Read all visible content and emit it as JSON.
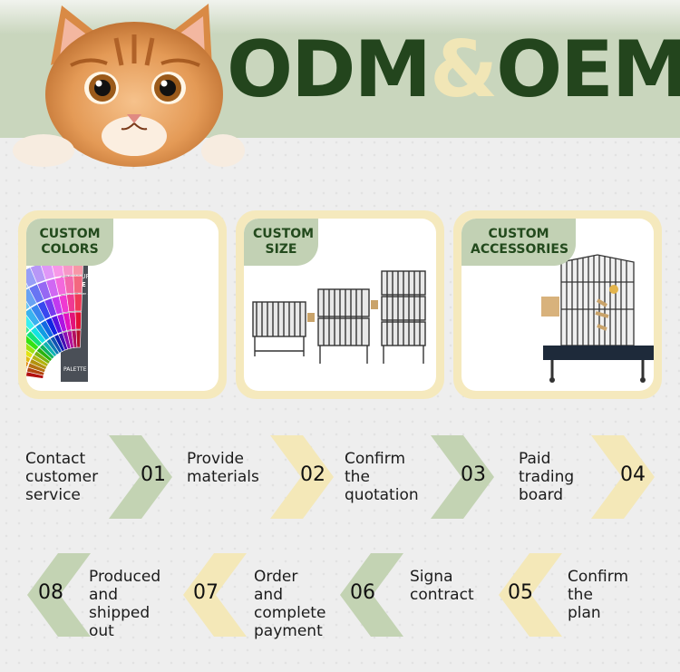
{
  "header": {
    "title_odm": "ODM",
    "title_amp": "&",
    "title_oem": "OEM"
  },
  "cards": [
    {
      "tag_line1": "CUSTOM",
      "tag_line2": "COLORS",
      "guide_line1": "COLOUR",
      "guide_line2": "GUIDE",
      "guide_line3": "FASHION · HOME · INTERIORS",
      "guide_footer": "PALETTE"
    },
    {
      "tag_line1": "CUSTOM",
      "tag_line2": "SIZE"
    },
    {
      "tag_line1": "CUSTOM",
      "tag_line2": "ACCESSORIES"
    }
  ],
  "steps": [
    {
      "number": "01",
      "line1": "Contact",
      "line2": "customer",
      "line3": "service",
      "color": "#c3d3b3"
    },
    {
      "number": "02",
      "line1": "Provide",
      "line2": "materials",
      "line3": "",
      "color": "#f4e8b8"
    },
    {
      "number": "03",
      "line1": "Confirm the",
      "line2": "quotation",
      "line3": "",
      "color": "#c3d3b3"
    },
    {
      "number": "04",
      "line1": "Paid",
      "line2": "trading",
      "line3": "board",
      "color": "#f4e8b8"
    },
    {
      "number": "05",
      "line1": "Confirm",
      "line2": "the plan",
      "line3": "",
      "color": "#f4e8b8"
    },
    {
      "number": "06",
      "line1": "Signa",
      "line2": "contract",
      "line3": "",
      "color": "#c3d3b3"
    },
    {
      "number": "07",
      "line1": "Order and",
      "line2": "complete",
      "line3": "payment",
      "color": "#f4e8b8"
    },
    {
      "number": "08",
      "line1": "Produced",
      "line2": "and shipped",
      "line3": "out",
      "color": "#c3d3b3"
    }
  ],
  "colors": {
    "header_bg": "#c9d6bd",
    "title_green": "#23451d",
    "title_cream": "#f1e6b6",
    "card_border": "#f5e9bd",
    "tag_bg": "#c2d1b4"
  }
}
